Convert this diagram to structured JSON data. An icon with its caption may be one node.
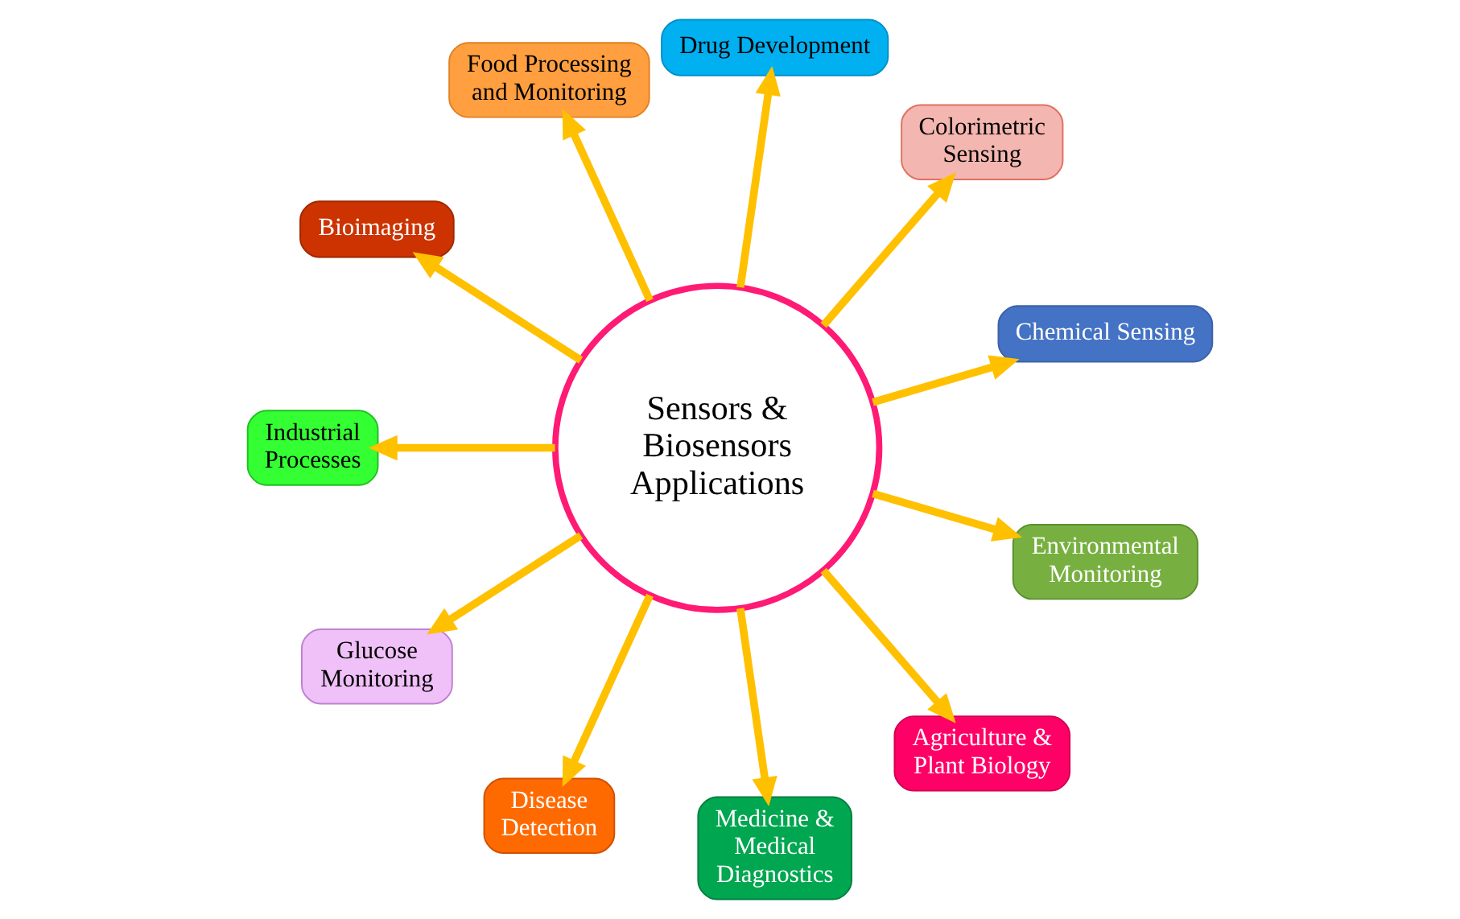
{
  "diagram": {
    "nodes": [
      {
        "text": [
          "Sensors & Biosensors Applications"
        ]
      },
      {
        "text": [
          "Chemical Sensing"
        ]
      },
      {
        "text": [
          "Colorimetric Sensing"
        ]
      },
      {
        "text": [
          "Drug Development"
        ]
      },
      {
        "text": [
          "Food Processing and Monitoring"
        ]
      },
      {
        "text": [
          "Bioimaging"
        ]
      },
      {
        "text": [
          "Industrial Processes"
        ]
      },
      {
        "text": [
          "Glucose Monitoring"
        ]
      },
      {
        "text": [
          "Disease Detection"
        ]
      },
      {
        "text": [
          "Medicine & Medical Diagnostics"
        ]
      },
      {
        "text": [
          "Agriculture & Plant Biology"
        ]
      },
      {
        "text": [
          "Environmental Monitoring"
        ]
      }
    ],
    "edges": [
      {
        "from": 0,
        "to": 1,
        "arrow": "to"
      },
      {
        "from": 0,
        "to": 2,
        "arrow": "to"
      },
      {
        "from": 0,
        "to": 3,
        "arrow": "to"
      },
      {
        "from": 0,
        "to": 4,
        "arrow": "to"
      },
      {
        "from": 0,
        "to": 5,
        "arrow": "to"
      },
      {
        "from": 0,
        "to": 6,
        "arrow": "to"
      },
      {
        "from": 0,
        "to": 7,
        "arrow": "to"
      },
      {
        "from": 0,
        "to": 8,
        "arrow": "to"
      },
      {
        "from": 0,
        "to": 9,
        "arrow": "to"
      },
      {
        "from": 0,
        "to": 10,
        "arrow": "to"
      },
      {
        "from": 0,
        "to": 11,
        "arrow": "to"
      }
    ]
  }
}
